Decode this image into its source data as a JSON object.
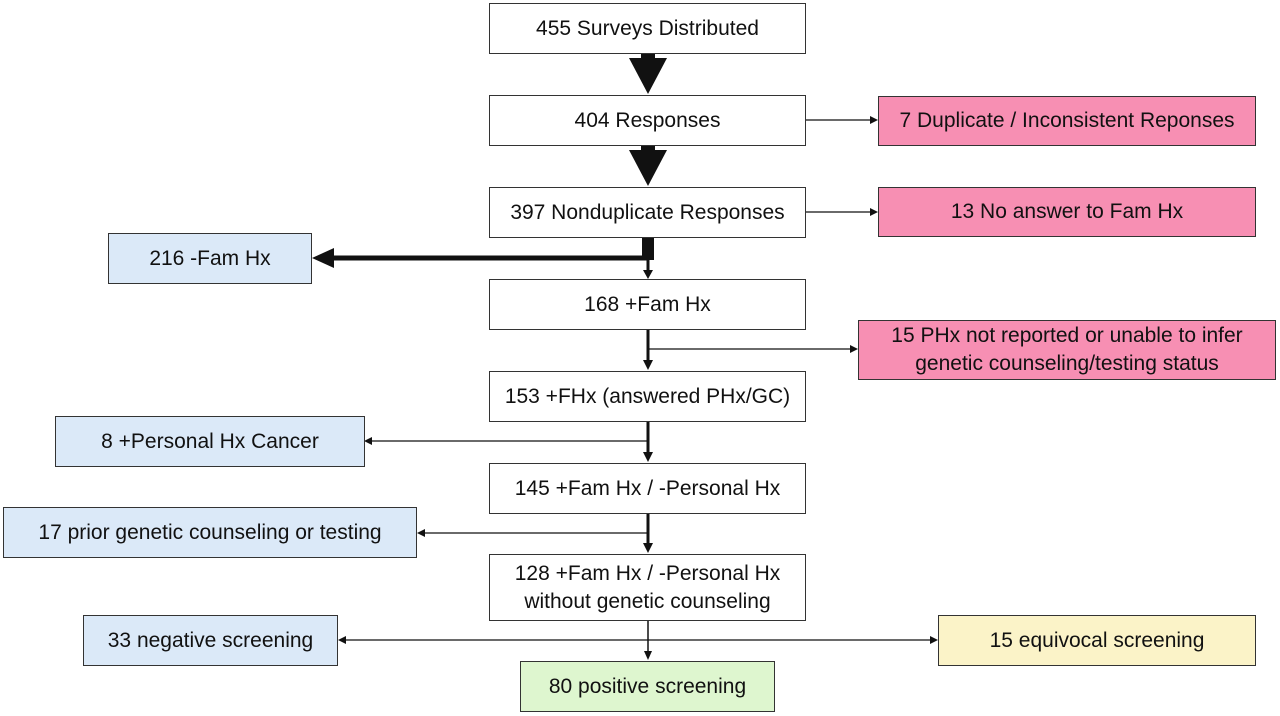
{
  "main_flow": {
    "surveys": "455 Surveys Distributed",
    "responses": "404 Responses",
    "nondup": "397 Nondupli­cate Responses",
    "famhx_pos": "168 +Fam Hx",
    "fhx_answered": "153 +FHx (answered PHx/GC)",
    "famhx_neg_personal": "145 +Fam Hx / -Personal Hx",
    "no_gc_line1": "128 +Fam Hx / -Personal Hx",
    "no_gc_line2": "without genetic counseling",
    "positive": "80 positive screening"
  },
  "exclusions": {
    "duplicate": "7 Duplicate / Inconsistent Reponses",
    "no_answer": "13 No answer to Fam Hx",
    "phx_line1": "15 PHx not reported or unable to infer",
    "phx_line2": "genetic counseling/testing status"
  },
  "side_branches": {
    "famhx_neg": "216 -Fam Hx",
    "personal_cancer": "8 +Personal Hx Cancer",
    "prior_gc": "17 prior genetic counseling or testing",
    "negative": "33 negative screening",
    "equivocal": "15 equivocal screening"
  },
  "colors": {
    "exclusion": "#f78fb3",
    "side_branch": "#dbe9f8",
    "equivocal": "#fbf3c8",
    "positive": "#def6cf",
    "main": "#ffffff"
  }
}
